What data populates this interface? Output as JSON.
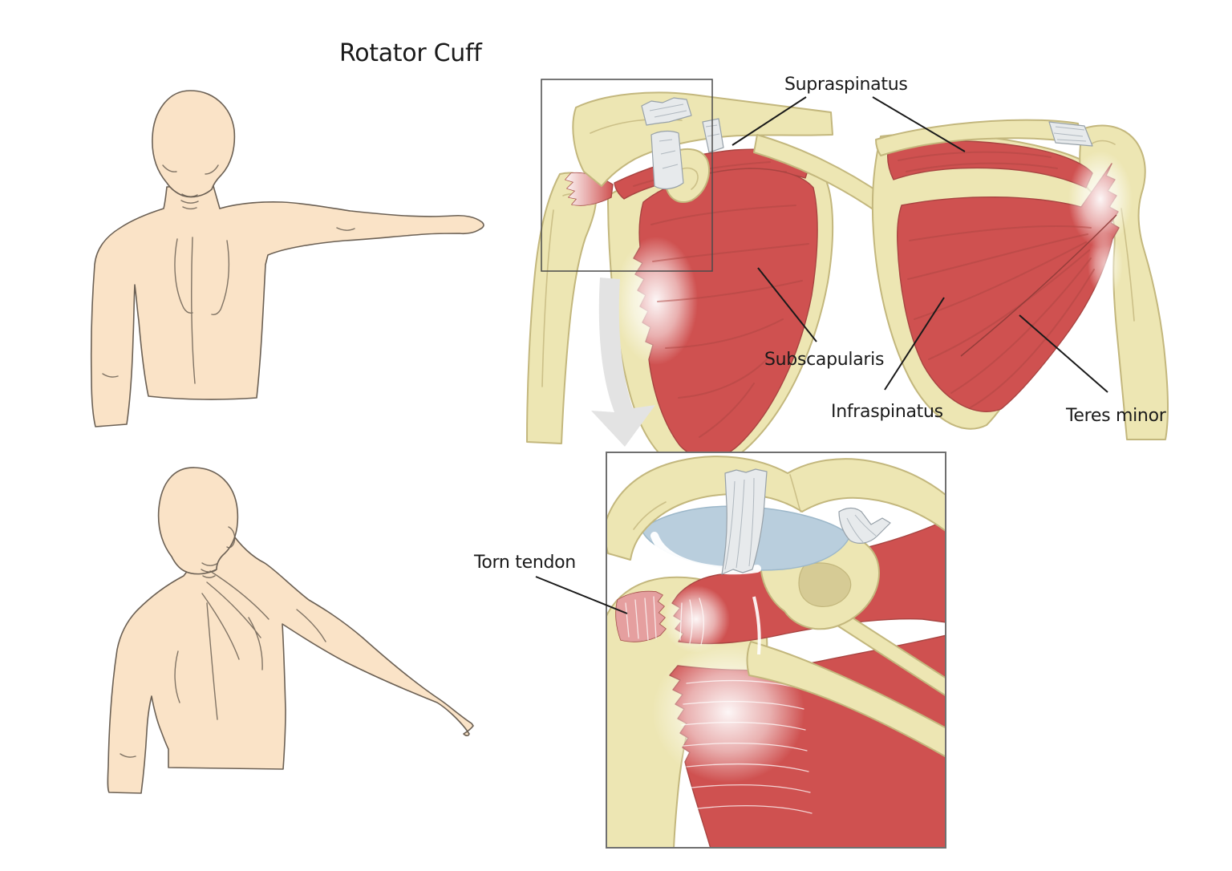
{
  "title": "Rotator Cuff",
  "annotations": {
    "supraspinatus": {
      "label": "Supraspinatus"
    },
    "subscapularis": {
      "label": "Subscapularis"
    },
    "infraspinatus": {
      "label": "Infraspinatus"
    },
    "teres_minor": {
      "label": "Teres minor"
    },
    "torn_tendon": {
      "label": "Torn tendon"
    }
  },
  "colors": {
    "background": "#ffffff",
    "text": "#1a1a1a",
    "leader_line": "#1a1a1a",
    "skin": "#FAE3C7",
    "skin_outline": "#6B6054",
    "bone": "#EDE6B3",
    "bone_outline": "#C3B77D",
    "bone_shadow": "#D6CB95",
    "muscle": "#CF5150",
    "muscle_outline": "#A84441",
    "muscle_fiber": "#AE4541",
    "ligament": "#E7EAEC",
    "ligament_outline": "#97A1A9",
    "ligament_fiber": "#AAB3BA",
    "bursa": "#B9CEDD",
    "bursa_outline": "#9DB8CA",
    "arrow": "#E3E3E3",
    "zoom_box_border": "#4A4A4A",
    "inset_border": "#6F6F6F"
  }
}
